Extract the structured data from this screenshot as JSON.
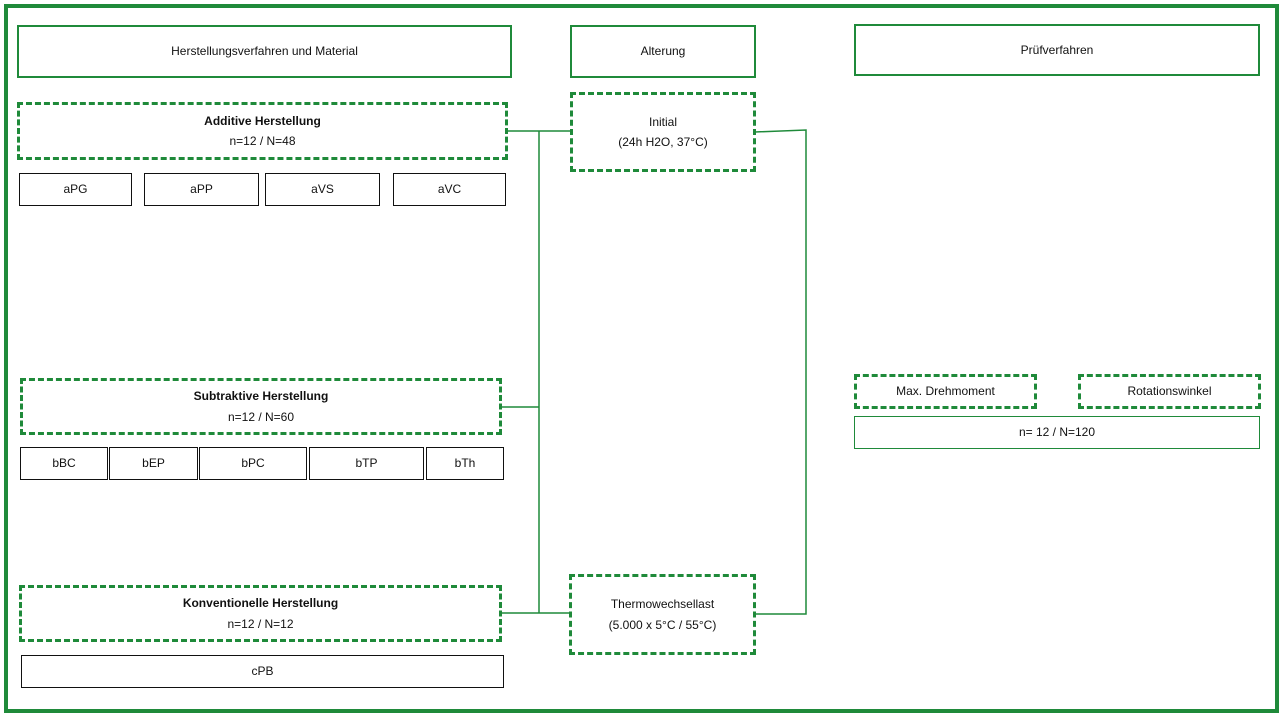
{
  "headers": {
    "manufacturing": "Herstellungsverfahren und Material",
    "aging": "Alterung",
    "testing": "Prüfverfahren"
  },
  "groups": {
    "additive": {
      "title": "Additive Herstellung",
      "count": "n=12 / N=48",
      "materials": [
        "aPG",
        "aPP",
        "aVS",
        "aVC"
      ]
    },
    "subtractive": {
      "title": "Subtraktive Herstellung",
      "count": "n=12 / N=60",
      "materials": [
        "bBC",
        "bEP",
        "bPC",
        "bTP",
        "bTh"
      ]
    },
    "conventional": {
      "title": "Konventionelle Herstellung",
      "count": "n=12 / N=12",
      "materials": [
        "cPB"
      ]
    }
  },
  "aging": {
    "initial": {
      "title": "Initial",
      "detail": "(24h H2O, 37°C)"
    },
    "thermo": {
      "title": "Thermowechsellast",
      "detail": "(5.000 x 5°C / 55°C)"
    }
  },
  "tests": {
    "torque": "Max. Drehmoment",
    "rotation": "Rotationswinkel",
    "count": "n= 12 / N=120"
  },
  "colors": {
    "accent": "#1f8a3a",
    "text": "#111111"
  }
}
